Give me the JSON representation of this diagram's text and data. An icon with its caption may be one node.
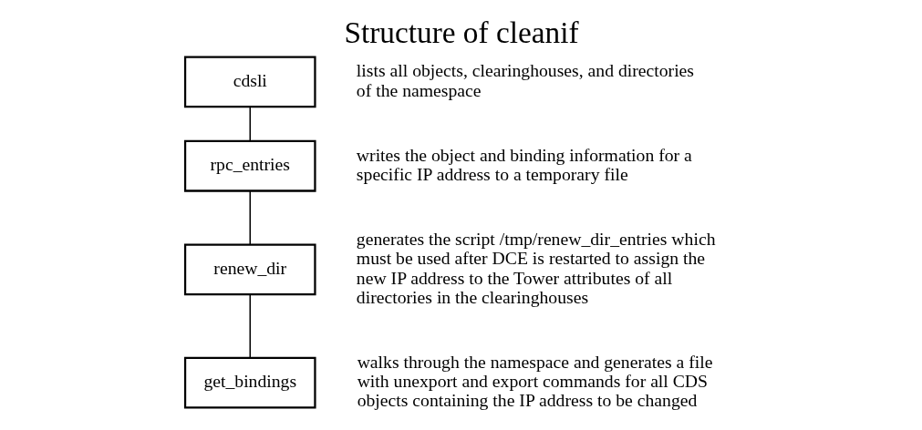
{
  "diagram": {
    "title": "Structure of cleanif",
    "nodes": [
      {
        "text": [
          "cdsli"
        ],
        "beside": [
          "lists all objects, clearinghouses, and directories of the namespace"
        ]
      },
      {
        "text": [
          "rpc_entries"
        ],
        "beside": [
          "writes the object and binding information for a specific IP address to a temporary file"
        ]
      },
      {
        "text": [
          "renew_dir"
        ],
        "beside": [
          "generates the script /tmp/renew_dir_entries which must be used after DCE is restarted to assign the new IP address to the Tower attributes of all directories in the clearinghouses"
        ]
      },
      {
        "text": [
          "get_bindings"
        ],
        "beside": [
          "walks through the namespace and generates a file with unexport and export commands for all CDS objects containing the IP address to be changed"
        ]
      }
    ],
    "edges": [
      {
        "from": 0,
        "to": 1,
        "arrow": "none"
      },
      {
        "from": 1,
        "to": 2,
        "arrow": "none"
      },
      {
        "from": 2,
        "to": 3,
        "arrow": "none"
      }
    ]
  }
}
